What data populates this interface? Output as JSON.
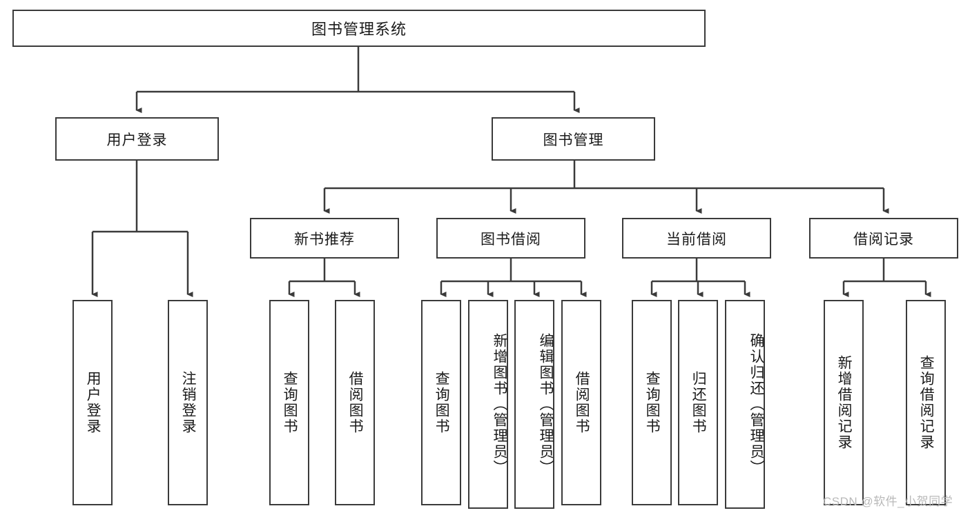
{
  "diagram": {
    "title": "图书管理系统",
    "root": {
      "label": "图书管理系统"
    },
    "level2": [
      {
        "label": "用户登录"
      },
      {
        "label": "图书管理"
      }
    ],
    "level3": [
      {
        "label": "新书推荐"
      },
      {
        "label": "图书借阅"
      },
      {
        "label": "当前借阅"
      },
      {
        "label": "借阅记录"
      }
    ],
    "leaves": {
      "user_login": [
        {
          "label": "用户登录"
        },
        {
          "label": "注销登录"
        }
      ],
      "new_book_recommend": [
        {
          "label": "查询图书"
        },
        {
          "label": "借阅图书"
        }
      ],
      "book_borrow": [
        {
          "label": "查询图书"
        },
        {
          "label": "新增图书（管理员）"
        },
        {
          "label": "编辑图书（管理员）"
        },
        {
          "label": "借阅图书"
        }
      ],
      "current_borrow": [
        {
          "label": "查询图书"
        },
        {
          "label": "归还图书"
        },
        {
          "label": "确认归还（管理员）"
        }
      ],
      "borrow_record": [
        {
          "label": "新增借阅记录"
        },
        {
          "label": "查询借阅记录"
        }
      ]
    }
  },
  "watermark": {
    "text": "CSDN @软件_小贺同学"
  },
  "colors": {
    "stroke": "#3a3a3a",
    "box_fill": "#ffffff",
    "text": "#1a1a1a",
    "watermark": "#b9b9b9"
  }
}
